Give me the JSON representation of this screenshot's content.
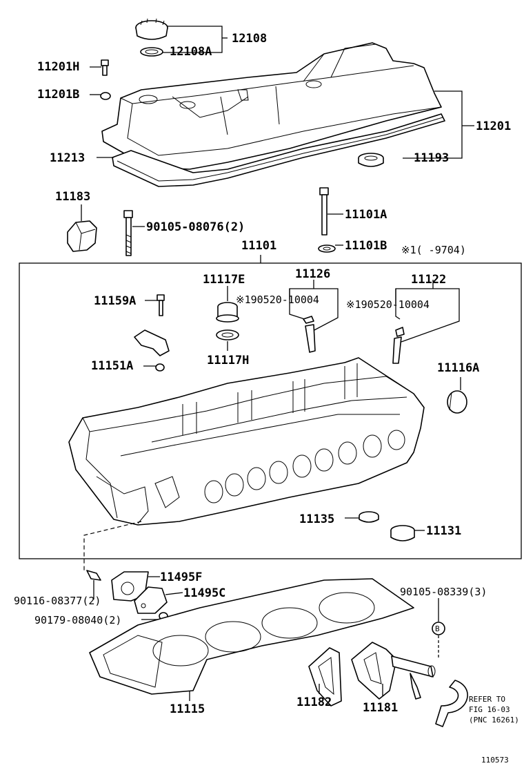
{
  "labels": {
    "p12108": "12108",
    "p12108a": "12108A",
    "p11201h": "11201H",
    "p11201b": "11201B",
    "p11201": "11201",
    "p11213": "11213",
    "p11193": "11193",
    "p11183": "11183",
    "p90105_08076": "90105-08076(2)",
    "p11101a": "11101A",
    "p11101": "11101",
    "p11101b": "11101B",
    "note_9704": "※1(    -9704)",
    "p11117e": "11117E",
    "p11126": "11126",
    "p11122": "11122",
    "p11159a": "11159A",
    "seal1": "※190520-10004",
    "seal2": "※190520-10004",
    "p11117h": "11117H",
    "p11151a": "11151A",
    "p11116a": "11116A",
    "p11135": "11135",
    "p11131": "11131",
    "p11495f": "11495F",
    "p90116_08377": "90116-08377(2)",
    "p11495c": "11495C",
    "p90179_08040": "90179-08040(2)",
    "p90105_08339": "90105-08339(3)",
    "ref_b": "B",
    "p11115": "11115",
    "p11182": "11182",
    "p11181": "11181",
    "refer1": "REFER TO",
    "refer2": "FIG 16-03",
    "refer3": "(PNC 16261)",
    "fig_no": "110573"
  }
}
